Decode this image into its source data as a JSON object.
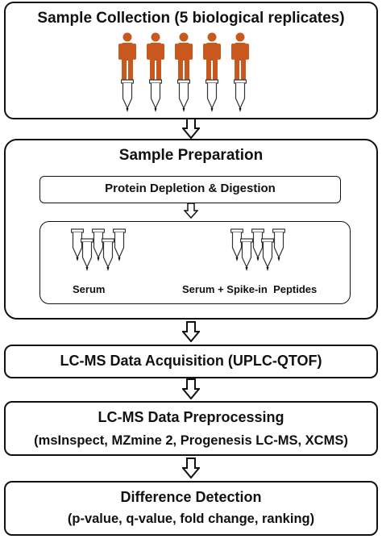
{
  "steps": {
    "collection": {
      "title": "Sample Collection (5 biological replicates)"
    },
    "preparation": {
      "title": "Sample Preparation",
      "depletion": "Protein Depletion & Digestion",
      "serum": "Serum",
      "spike": "Serum + Spike-in  Peptides"
    },
    "acquisition": {
      "title": "LC-MS Data Acquisition (UPLC-QTOF)"
    },
    "preprocessing": {
      "title": "LC-MS Data Preprocessing",
      "subtitle": "(msInspect, MZmine 2, Progenesis LC-MS, XCMS)"
    },
    "detection": {
      "title": "Difference Detection",
      "subtitle": "(p-value, q-value, fold change, ranking)"
    }
  },
  "colors": {
    "person": "#c8581e",
    "border": "#111111",
    "tube": "#333333"
  },
  "icons": {
    "person": "person-icon",
    "tube": "test-tube-icon",
    "arrow": "down-arrow-icon"
  },
  "replicate_count": 5
}
